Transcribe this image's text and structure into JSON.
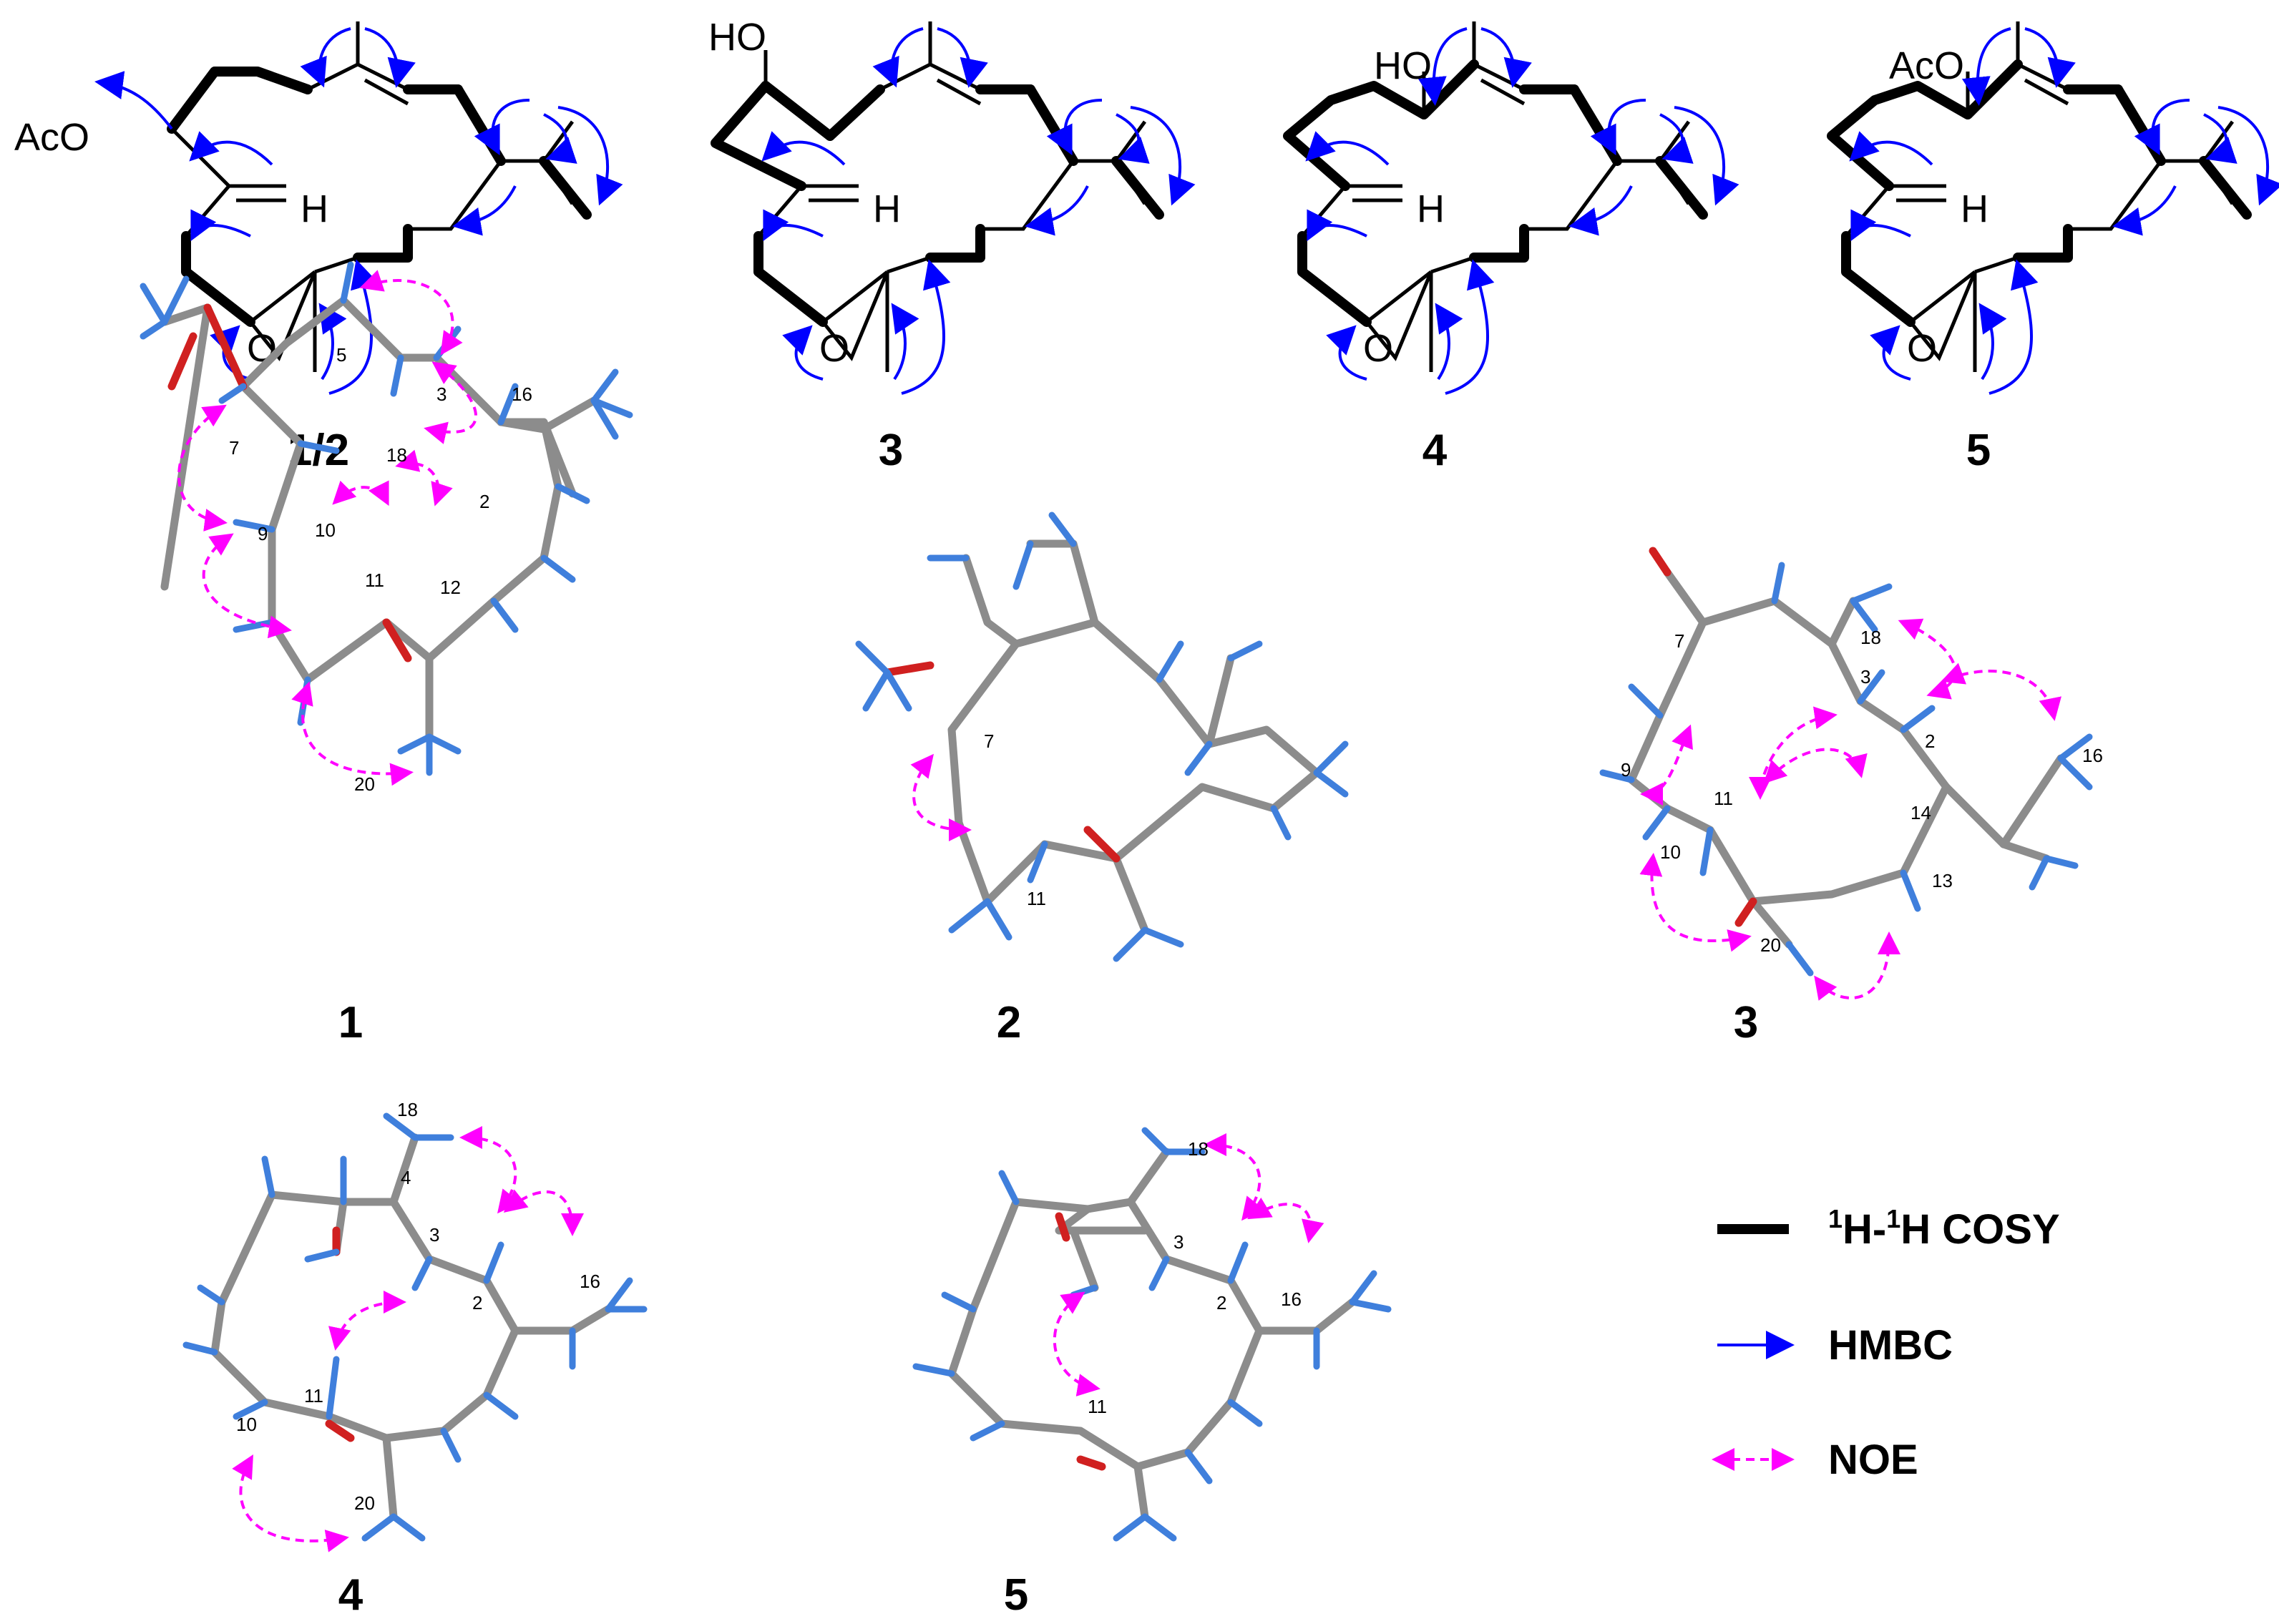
{
  "figure": {
    "structures_2d": [
      {
        "id": "s12",
        "label": "1/2",
        "substituent": "AcO"
      },
      {
        "id": "s3",
        "label": "3",
        "substituent": "HO"
      },
      {
        "id": "s4",
        "label": "4",
        "substituent": "HO"
      },
      {
        "id": "s5",
        "label": "5",
        "substituent": "AcO"
      }
    ],
    "atom_labels": {
      "h": "H",
      "o": "O"
    },
    "conformers_3d": [
      {
        "id": "c1",
        "label": "1",
        "numbers": [
          "5",
          "3",
          "16",
          "7",
          "18",
          "2",
          "9",
          "10",
          "11",
          "12",
          "20"
        ]
      },
      {
        "id": "c2",
        "label": "2",
        "numbers": [
          "7",
          "11"
        ]
      },
      {
        "id": "c3",
        "label": "3",
        "numbers": [
          "18",
          "7",
          "3",
          "9",
          "2",
          "16",
          "10",
          "11",
          "14",
          "13",
          "20"
        ]
      },
      {
        "id": "c4",
        "label": "4",
        "numbers": [
          "18",
          "4",
          "3",
          "2",
          "16",
          "11",
          "10",
          "20"
        ]
      },
      {
        "id": "c5",
        "label": "5",
        "numbers": [
          "18",
          "3",
          "2",
          "16",
          "11"
        ]
      }
    ],
    "legend": {
      "cosy_prefix_sup1": "1",
      "cosy_mid": "H-",
      "cosy_sup2": "1",
      "cosy_suffix": "H COSY",
      "hmbc": "HMBC",
      "noe": "NOE"
    },
    "colors": {
      "bond": "#000000",
      "hmbc_arrow": "#0000ff",
      "noe_arrow": "#ff00ff",
      "carbon": "#8c8c8c",
      "hydrogen": "#3f7fdc",
      "oxygen": "#d02020"
    }
  }
}
